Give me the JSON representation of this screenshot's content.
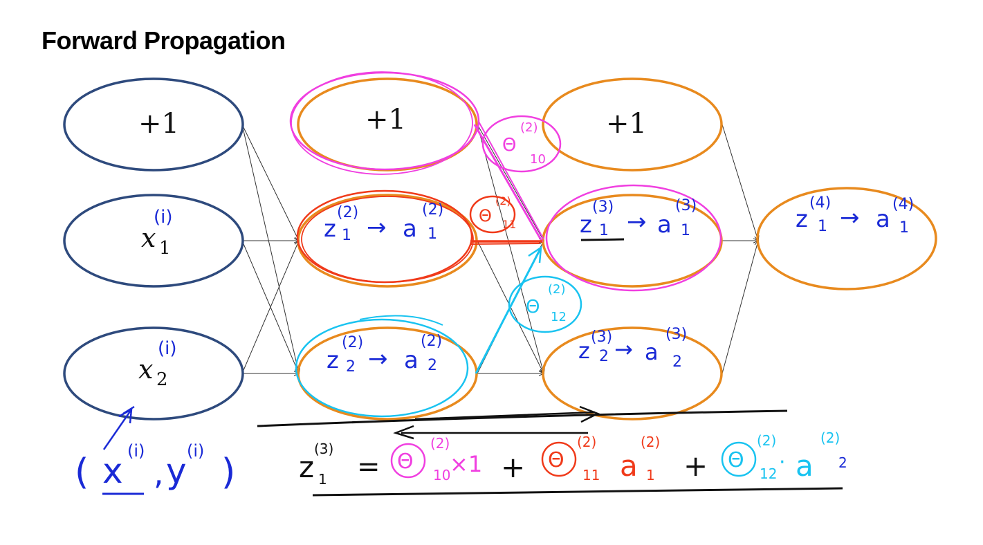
{
  "title": "Forward Propagation",
  "colors": {
    "input_node": "#2e4a7d",
    "hidden_node": "#e88a1e",
    "ink_blue": "#1a2ad6",
    "ink_magenta": "#f03fe0",
    "ink_red": "#f03a1a",
    "ink_cyan": "#19c3f0",
    "ink_black": "#111111"
  },
  "layer1": {
    "bias": "+1",
    "x1": "x",
    "x1_sub": "1",
    "x1_sup": "(i)",
    "x2": "x",
    "x2_sub": "2",
    "x2_sup": "(i)"
  },
  "layer2": {
    "bias": "+1",
    "n1_z": "z",
    "n1_zsup": "(2)",
    "n1_zsub": "1",
    "n1_a": "a",
    "n1_asup": "(2)",
    "n1_asub": "1",
    "n2_z": "z",
    "n2_zsup": "(2)",
    "n2_zsub": "2",
    "n2_a": "a",
    "n2_asup": "(2)",
    "n2_asub": "2"
  },
  "layer3": {
    "bias": "+1",
    "n1_z": "z",
    "n1_zsup": "(3)",
    "n1_zsub": "1",
    "n1_a": "a",
    "n1_asup": "(3)",
    "n1_asub": "1",
    "n2_z": "z",
    "n2_zsup": "(3)",
    "n2_zsub": "2",
    "n2_a": "a",
    "n2_asup": "(3)",
    "n2_asub": "2"
  },
  "layer4": {
    "n1_z": "z",
    "n1_zsup": "(4)",
    "n1_zsub": "1",
    "n1_a": "a",
    "n1_asup": "(4)",
    "n1_asub": "1"
  },
  "annotations": {
    "w10": {
      "sym": "Θ",
      "sup": "(2)",
      "sub": "10"
    },
    "w11": {
      "sym": "Θ",
      "sup": "(2)",
      "sub": "11"
    },
    "w12": {
      "sym": "Θ",
      "sup": "(2)",
      "sub": "12"
    },
    "sample": {
      "open": "(",
      "x": "x",
      "xsup": "(i)",
      "comma": ",",
      "y": "y",
      "ysup": "(i)",
      "close": ")"
    }
  },
  "equation": {
    "lhs": "z",
    "lhs_sup": "(3)",
    "lhs_sub": "1",
    "eq": "=",
    "t1_sym": "Θ",
    "t1_sup": "(2)",
    "t1_sub": "10",
    "t1_mult": "×1",
    "plus1": "+",
    "t2_sym": "Θ",
    "t2_sup": "(2)",
    "t2_sub": "11",
    "t2_a": "a",
    "t2_asup": "(2)",
    "t2_asub": "1",
    "plus2": "+",
    "t3_sym": "Θ",
    "t3_sup": "(2)",
    "t3_sub": "12",
    "t3_dot": "·",
    "t3_a": "a",
    "t3_asup": "(2)",
    "t3_asub": "2"
  }
}
